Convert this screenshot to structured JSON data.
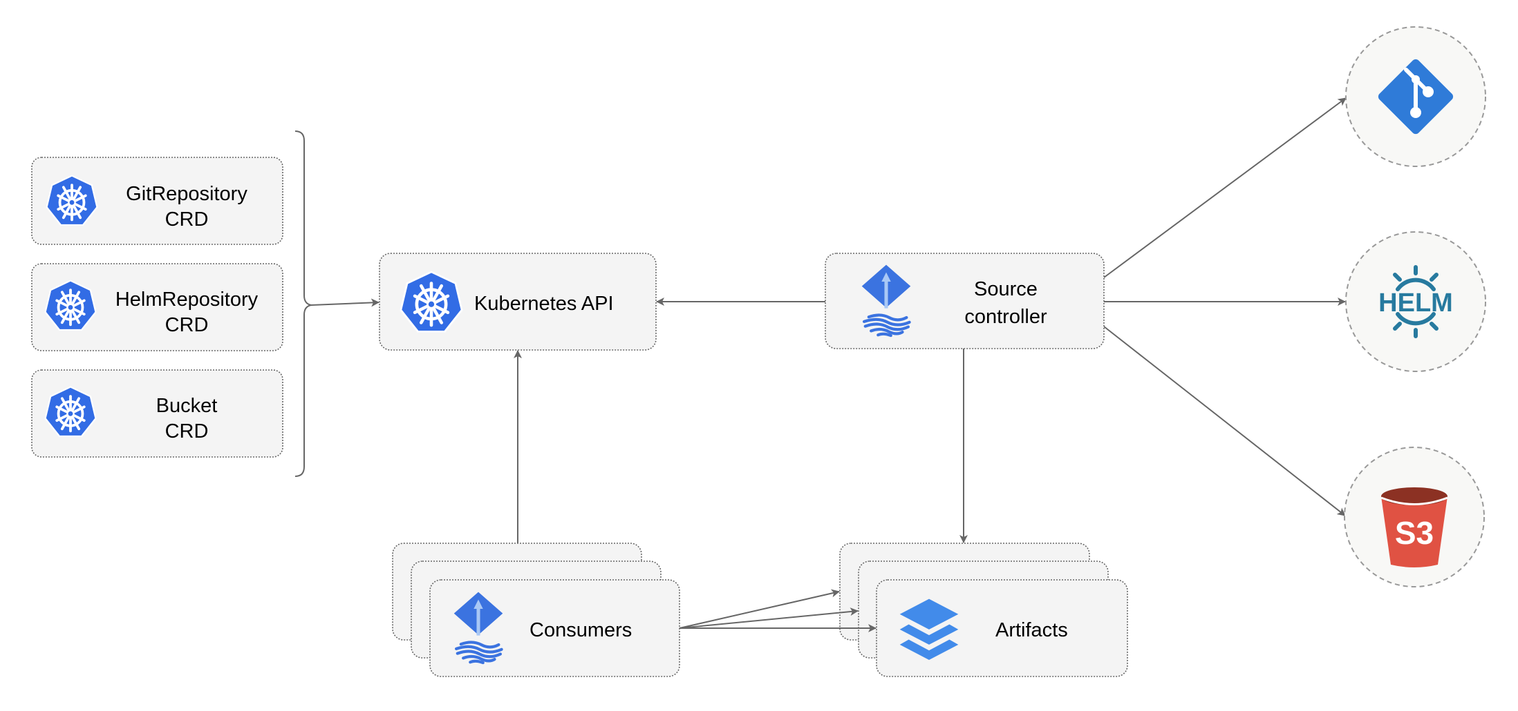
{
  "nodes": {
    "git_crd": {
      "line1": "GitRepository",
      "line2": "CRD",
      "icon": "kubernetes-icon"
    },
    "helm_crd": {
      "line1": "HelmRepository",
      "line2": "CRD",
      "icon": "kubernetes-icon"
    },
    "bucket_crd": {
      "line1": "Bucket",
      "line2": "CRD",
      "icon": "kubernetes-icon"
    },
    "kube_api": {
      "label": "Kubernetes API",
      "icon": "kubernetes-icon"
    },
    "source_controller": {
      "line1": "Source",
      "line2": "controller",
      "icon": "flux-icon"
    },
    "consumers": {
      "label": "Consumers",
      "icon": "flux-icon"
    },
    "artifacts": {
      "label": "Artifacts",
      "icon": "layers-icon"
    },
    "git": {
      "icon": "git-icon"
    },
    "helm": {
      "icon": "helm-icon",
      "logo_text": "HELM"
    },
    "s3": {
      "icon": "s3-bucket-icon",
      "logo_text": "S3"
    }
  },
  "colors": {
    "kubernetes": "#326ce5",
    "flux": "#3b73e0",
    "git": "#2f7bd8",
    "helm": "#277a9f",
    "s3_body": "#e05243",
    "s3_top": "#8c3123",
    "layers": "#428bea"
  }
}
